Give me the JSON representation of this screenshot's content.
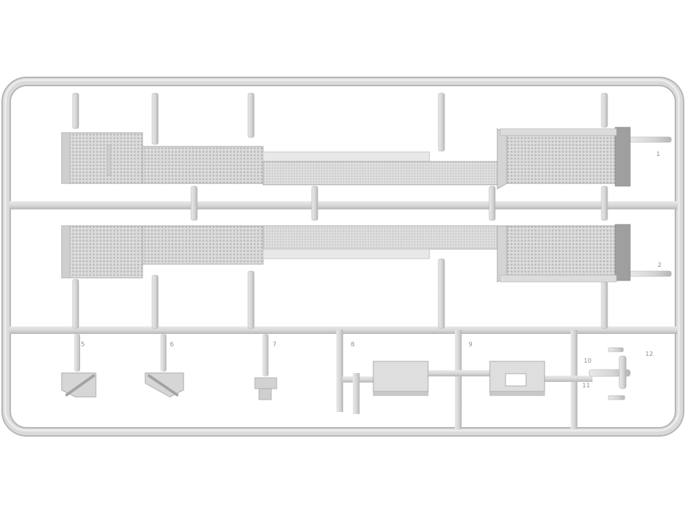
{
  "image": {
    "subject": "model-kit-sprue",
    "colors": {
      "background": "#ffffff",
      "plastic": "#d9d9d9",
      "plastic_light": "#e6e6e6",
      "plastic_shadow": "#b4b4b4",
      "mesh_dot": "#bdbdbd",
      "part_number": "#8e8e8e"
    }
  },
  "sprue": {
    "part_numbers": [
      "1",
      "2",
      "5",
      "6",
      "7",
      "8",
      "9",
      "10",
      "11",
      "12"
    ]
  }
}
